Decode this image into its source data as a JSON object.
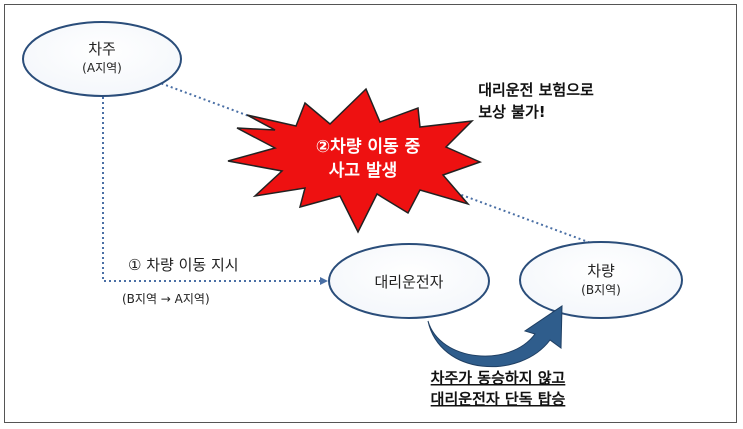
{
  "nodes": {
    "owner": {
      "label": "차주",
      "sublabel": "(A지역)"
    },
    "driver": {
      "label": "대리운전자"
    },
    "vehicle": {
      "label": "차량",
      "sublabel": "(B지역)"
    }
  },
  "edges": {
    "instruction": {
      "label": "① 차량 이동 지시",
      "sublabel": "(B지역 → A지역)"
    }
  },
  "accident": {
    "line1": "②차량 이동 중",
    "line2": "사고 발생"
  },
  "callout": {
    "line1": "대리운전 보험으로",
    "line2": "보상 불가!"
  },
  "boarding_note": {
    "line1": "차주가 동승하지 않고",
    "line2": "대리운전자 단독 탑승"
  },
  "colors": {
    "node_stroke": "#2a4d7a",
    "dotted_arrow": "#4a6fa5",
    "burst_fill": "#ee1111",
    "curve_arrow": "#2f5d8c"
  }
}
